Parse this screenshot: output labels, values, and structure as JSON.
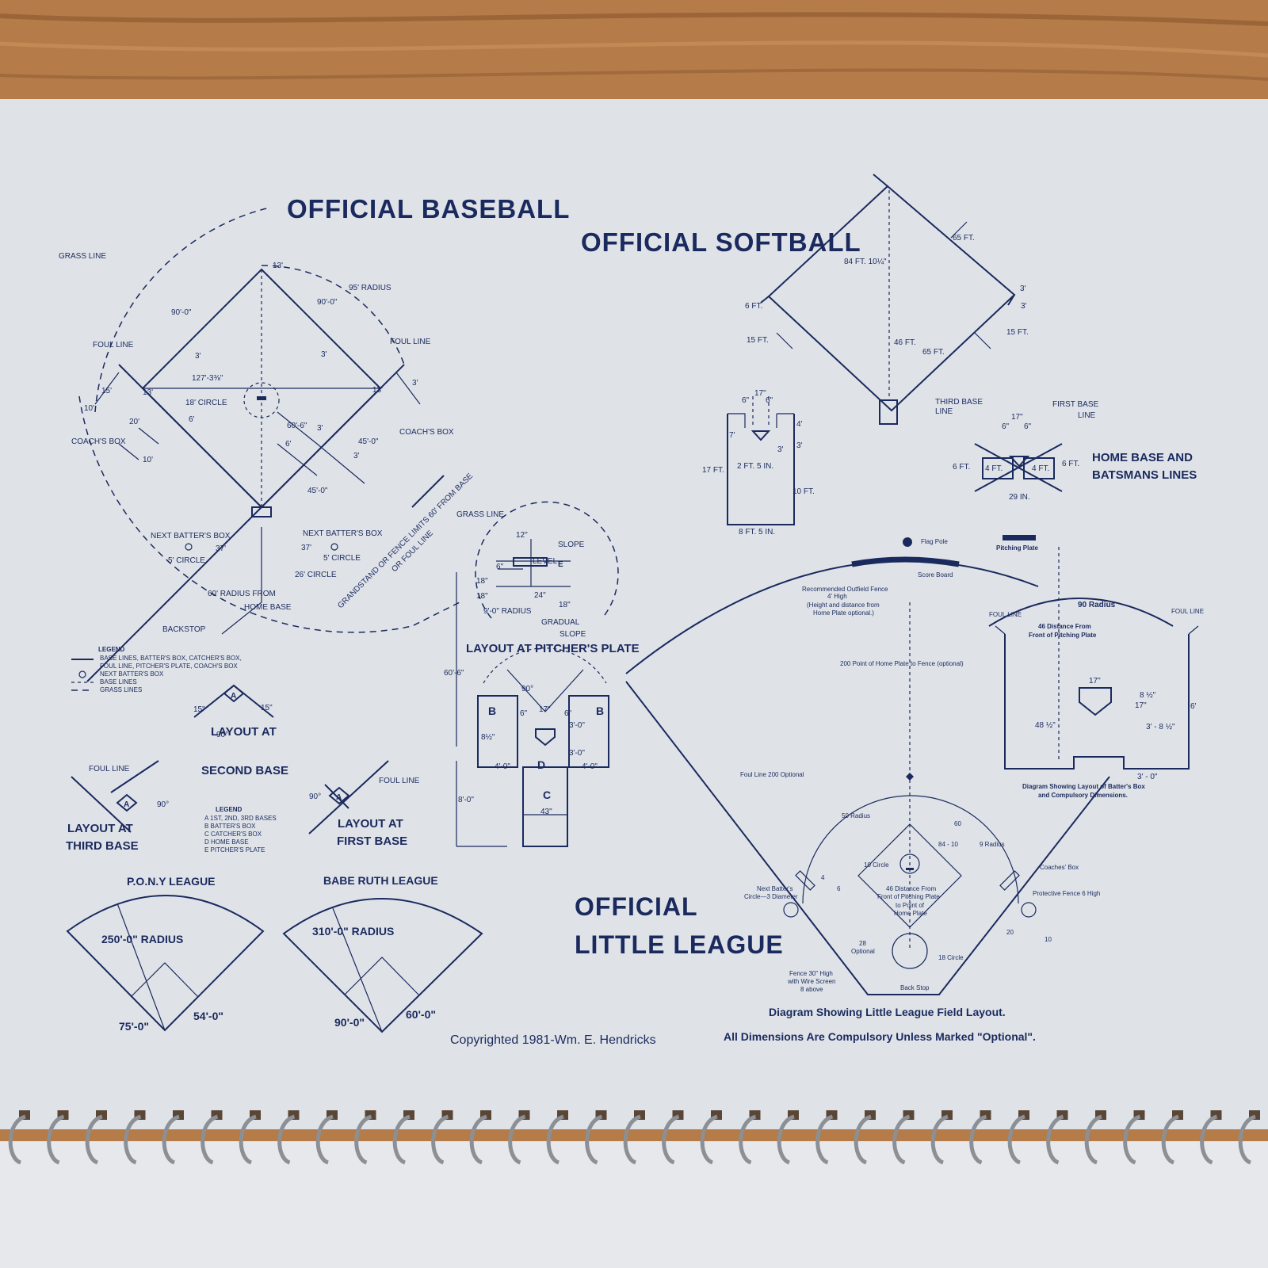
{
  "baseball": {
    "title": "OFFICIAL BASEBALL",
    "labels": {
      "grass_line": "GRASS LINE",
      "foul_line_left": "FOUL LINE",
      "foul_line_right": "FOUL LINE",
      "d_13_top": "13'",
      "d_95_radius": "95' RADIUS",
      "d_90_left": "90'-0\"",
      "d_90_right": "90'-0\"",
      "d_3_a": "3'",
      "d_3_b": "3'",
      "d_127": "127'-3⅜\"",
      "d_15": "15'",
      "d_13_left": "13'",
      "d_13_right": "13'",
      "d_3_c": "3'",
      "d_10_a": "10'",
      "d_18_circle": "18' CIRCLE",
      "d_20": "20'",
      "d_6_a": "6'",
      "d_60_6": "60'-6\"",
      "d_3_d": "3'",
      "coach_box_left": "COACH'S BOX",
      "coach_box_right": "COACH'S BOX",
      "d_6_b": "6'",
      "d_45_a": "45'-0\"",
      "d_3_e": "3'",
      "d_10_b": "10'",
      "d_45_b": "45'-0\"",
      "grandstand": "GRANDSTAND OR FENCE LIMITS 60' FROM BASE",
      "or_foul_line": "OR FOUL LINE",
      "next_batter_left": "NEXT BATTER'S BOX",
      "next_batter_right": "NEXT BATTER'S BOX",
      "d_37_left": "37'",
      "d_37_right": "37'",
      "circle_5_left": "5' CIRCLE",
      "circle_5_right": "5' CIRCLE",
      "circle_26": "26' CIRCLE",
      "radius_60_1": "60' RADIUS FROM",
      "radius_60_2": "HOME BASE",
      "backstop": "BACKSTOP"
    },
    "legend": {
      "title": "LEGEND",
      "items": [
        "BASE LINES, BATTER'S BOX, CATCHER'S BOX,",
        "FOUL LINE, PITCHER'S PLATE, COACH'S BOX",
        "NEXT BATTER'S BOX",
        "BASE LINES",
        "GRASS LINES"
      ]
    }
  },
  "bases": {
    "second": {
      "title1": "LAYOUT AT",
      "title2": "SECOND BASE",
      "a": "A",
      "d1": "15\"",
      "d2": "15\"",
      "angle": "90°"
    },
    "third": {
      "foul": "FOUL LINE",
      "title1": "LAYOUT AT",
      "title2": "THIRD BASE",
      "a": "A",
      "angle": "90°"
    },
    "first": {
      "foul": "FOUL LINE",
      "title1": "LAYOUT AT",
      "title2": "FIRST BASE",
      "a": "A",
      "angle": "90°"
    },
    "legend": {
      "title": "LEGEND",
      "items": [
        "A  1ST, 2ND, 3RD BASES",
        "B  BATTER'S BOX",
        "C  CATCHER'S BOX",
        "D  HOME BASE",
        "E  PITCHER'S PLATE"
      ]
    }
  },
  "pony": {
    "title": "P.O.N.Y LEAGUE",
    "radius": "250'-0\"  RADIUS",
    "d75": "75'-0\"",
    "d54": "54'-0\""
  },
  "babe": {
    "title": "BABE RUTH LEAGUE",
    "radius": "310'-0\"  RADIUS",
    "d90": "90'-0\"",
    "d60": "60'-0\""
  },
  "pitcher": {
    "grass": "GRASS LINE",
    "d12": "12\"",
    "slope": "SLOPE",
    "level": "LEVEL",
    "e": "E",
    "d6": "6\"",
    "d18a": "18\"",
    "d18b": "18\"",
    "d24": "24\"",
    "d18c": "18\"",
    "radius": "9'-0\"  RADIUS",
    "gradual": "GRADUAL",
    "slope2": "SLOPE",
    "title": "LAYOUT AT PITCHER'S PLATE",
    "d60": "60'-6\""
  },
  "home": {
    "angle": "90°",
    "b_left": "B",
    "b_right": "B",
    "d6a": "6\"",
    "d17": "17\"",
    "d6b": "6\"",
    "d3a": "3'-0\"",
    "d812": "8½\"",
    "d3b": "3'-0\"",
    "d4l": "4'-0\"",
    "dlabel": "D",
    "d4r": "4'-0\"",
    "c": "C",
    "d8": "8'-0\"",
    "d43": "43\""
  },
  "softball": {
    "title": "OFFICIAL SOFTBALL",
    "d65a": "65 FT.",
    "d84": "84 FT. 10¼\"",
    "d6a": "6 FT.",
    "d3a": "3'",
    "d3b": "3'",
    "d15a": "15 FT.",
    "d46": "46 FT.",
    "d15b": "15 FT.",
    "d65b": "65 FT.",
    "box": {
      "d17": "17\"",
      "d6a": "6\"",
      "d6b": "6\"",
      "d4": "4'",
      "d7": "7'",
      "d3a": "3'",
      "d3b": "3'",
      "d17ft": "17 FT.",
      "d2ft": "2 FT.  5 IN.",
      "d10": "10 FT.",
      "d8ft": "8 FT.  5 IN."
    },
    "lines": {
      "third": "THIRD BASE",
      "line1": "LINE",
      "first": "FIRST BASE",
      "line2": "LINE",
      "d17": "17\"",
      "d6a": "6\"",
      "d6b": "6\"",
      "d6ft_l": "6 FT.",
      "d4ft_l": "4 FT.",
      "d4ft_r": "4 FT.",
      "d6ft_r": "6 FT.",
      "d29": "29 IN.",
      "hb1": "HOME BASE AND",
      "hb2": "BATSMANS LINES"
    }
  },
  "little": {
    "title1": "OFFICIAL",
    "title2": "LITTLE LEAGUE",
    "flag": "Flag Pole",
    "score": "Score Board",
    "fence1": "Recommended Outfield Fence",
    "fence2": "4' High",
    "fence3": "(Height and distance from",
    "fence4": "Home Plate optional.)",
    "d200": "200  Point of Home Plate to Fence (optional)",
    "foul200": "Foul Line 200  Optional",
    "r50": "50 Radius",
    "d60": "60",
    "d84": "84 - 10",
    "r9": "9  Radius",
    "circle10": "10 Circle",
    "coach": "Coaches' Box",
    "nb1": "Next Batter's",
    "nb2": "Circle—3  Diameter",
    "d46a": "46 Distance From",
    "d46b": "Front of Pitching Plate",
    "d46c": "to Point of",
    "d46d": "Home Plate",
    "pf": "Protective Fence 6  High",
    "d28": "28",
    "opt": "Optional",
    "c18": "18 Circle",
    "fw1": "Fence 30\" High",
    "fw2": "with Wire Screen",
    "fw3": "8 above",
    "bs": "Back Stop",
    "d20": "20",
    "d10": "10",
    "d4": "4",
    "d6": "6",
    "cap1": "Diagram Showing Little League Field Layout.",
    "cap2": "All Dimensions Are Compulsory Unless Marked \"Optional\"."
  },
  "batter": {
    "pitching": "Pitching Plate",
    "r90": "90  Radius",
    "foul_l": "FOUL LINE",
    "foul_r": "FOUL LINE",
    "d46a": "46  Distance From",
    "d46b": "Front of Pitching Plate",
    "d17a": "17\"",
    "d812": "8 ½\"",
    "d17b": "17\"",
    "d6": "6'",
    "d48": "48 ½\"",
    "d38": "3' - 8 ½\"",
    "d30": "3' - 0\"",
    "cap1": "Diagram Showing Layout of Batter's Box",
    "cap2": "and Compulsory Dimensions."
  },
  "copyright": "Copyrighted 1981-Wm. E. Hendricks"
}
